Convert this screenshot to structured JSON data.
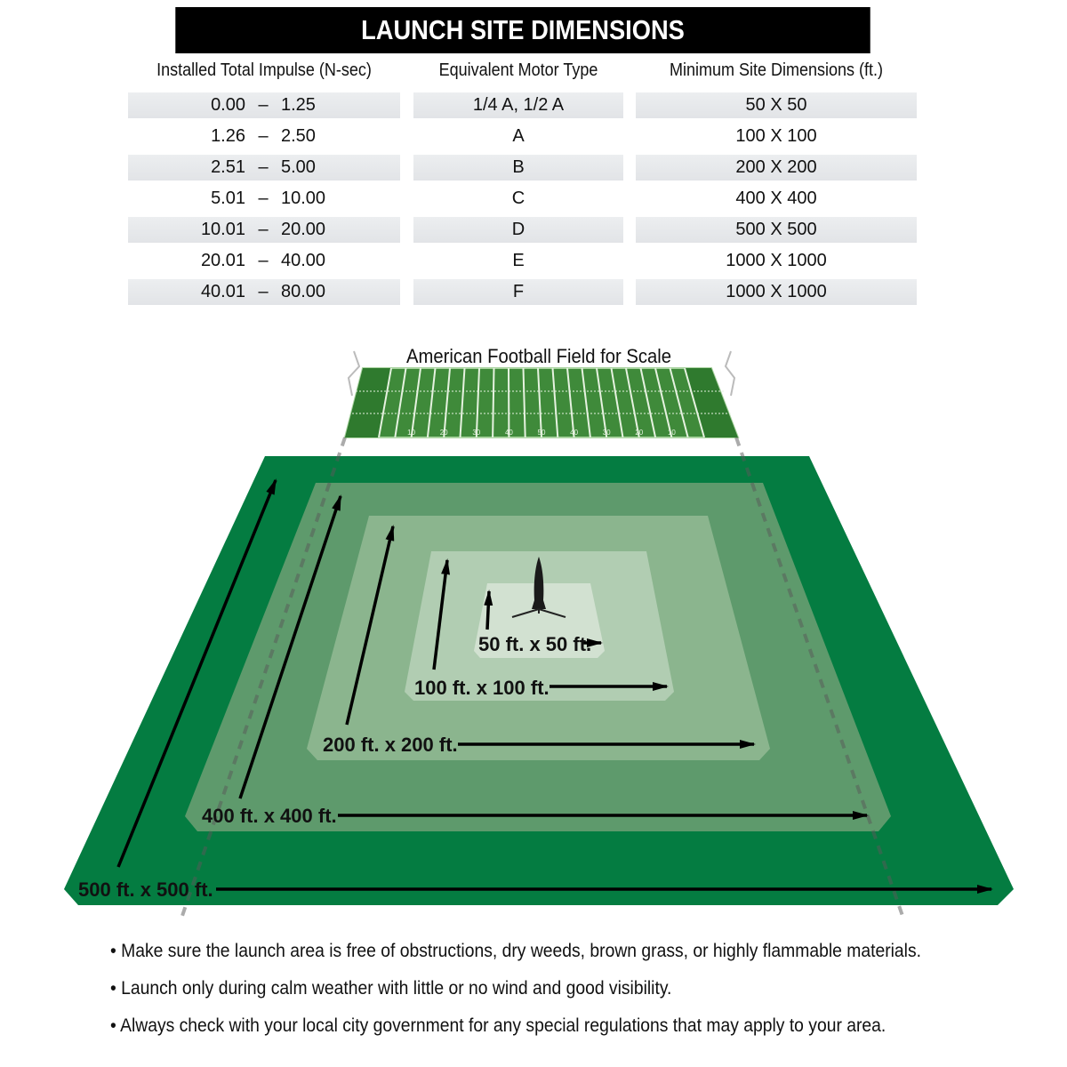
{
  "title": "LAUNCH SITE DIMENSIONS",
  "table": {
    "headers": [
      "Installed Total Impulse (N-sec)",
      "Equivalent Motor Type",
      "Minimum Site Dimensions (ft.)"
    ],
    "rows": [
      {
        "from": "0.00",
        "to": "1.25",
        "motor": "1/4 A, 1/2 A",
        "site": "50 X 50"
      },
      {
        "from": "1.26",
        "to": "2.50",
        "motor": "A",
        "site": "100 X 100"
      },
      {
        "from": "2.51",
        "to": "5.00",
        "motor": "B",
        "site": "200 X 200"
      },
      {
        "from": "5.01",
        "to": "10.00",
        "motor": "C",
        "site": "400 X 400"
      },
      {
        "from": "10.01",
        "to": "20.00",
        "motor": "D",
        "site": "500 X 500"
      },
      {
        "from": "20.01",
        "to": "40.00",
        "motor": "E",
        "site": "1000 X 1000"
      },
      {
        "from": "40.01",
        "to": "80.00",
        "motor": "F",
        "site": "1000 X 1000"
      }
    ],
    "dash": "–"
  },
  "field": {
    "label": "American Football Field for Scale",
    "yard_numbers": [
      "10",
      "20",
      "30",
      "40",
      "50",
      "40",
      "30",
      "20",
      "10"
    ]
  },
  "areas": [
    {
      "label": "500 ft. x 500 ft.",
      "color": "#047c41"
    },
    {
      "label": "400 ft. x 400 ft.",
      "color": "#5e9a6c"
    },
    {
      "label": "200 ft. x 200 ft.",
      "color": "#8bb58e"
    },
    {
      "label": "100 ft. x 100 ft.",
      "color": "#b1cdb2"
    },
    {
      "label": "50 ft. x 50 ft.",
      "color": "#d2e1d1"
    }
  ],
  "bullets": [
    "• Make sure the launch area is free of obstructions, dry weeds, brown grass, or highly flammable materials.",
    "• Launch only during calm weather with little or no wind and good visibility.",
    "• Always check with your local city government for any special regulations that may apply to your area."
  ]
}
